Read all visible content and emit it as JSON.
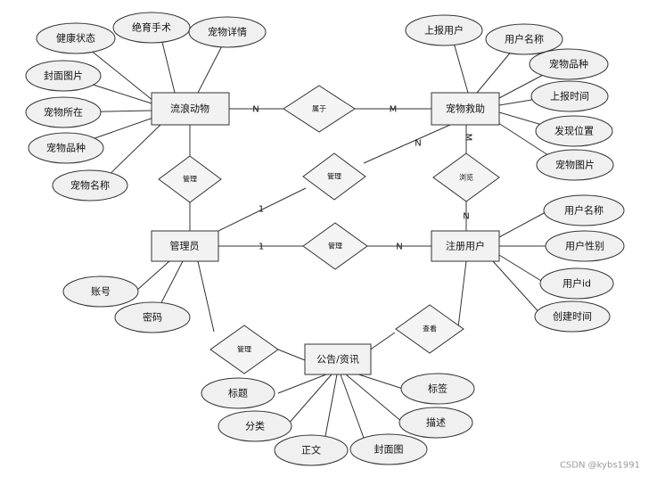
{
  "entities": {
    "stray": "流浪动物",
    "rescue": "宠物救助",
    "admin": "管理员",
    "user": "注册用户",
    "notice": "公告/资讯"
  },
  "relations": {
    "belongs": "属于",
    "manage_stray": "管理",
    "manage_rescue": "管理",
    "manage_user": "管理",
    "manage_notice": "管理",
    "browse": "浏览",
    "view": "查看"
  },
  "attributes": {
    "stray": [
      "健康状态",
      "绝育手术",
      "宠物详情",
      "封面图片",
      "宠物所在",
      "宠物品种",
      "宠物名称"
    ],
    "rescue": [
      "上报用户",
      "用户名称",
      "宠物品种",
      "上报时间",
      "发现位置",
      "宠物图片"
    ],
    "user": [
      "用户名称",
      "用户性别",
      "用户id",
      "创建时间"
    ],
    "admin": [
      "账号",
      "密码"
    ],
    "notice": [
      "标题",
      "分类",
      "正文",
      "封面图",
      "描述",
      "标签"
    ]
  },
  "cardinality": {
    "belongs_left": "N",
    "belongs_right": "M",
    "rescue_browse": "M",
    "browse_user": "N",
    "admin_rescue_one": "1",
    "admin_rescue_many": "N",
    "admin_user_one": "1",
    "admin_user_many": "N"
  },
  "watermark": "CSDN @kybs1991"
}
